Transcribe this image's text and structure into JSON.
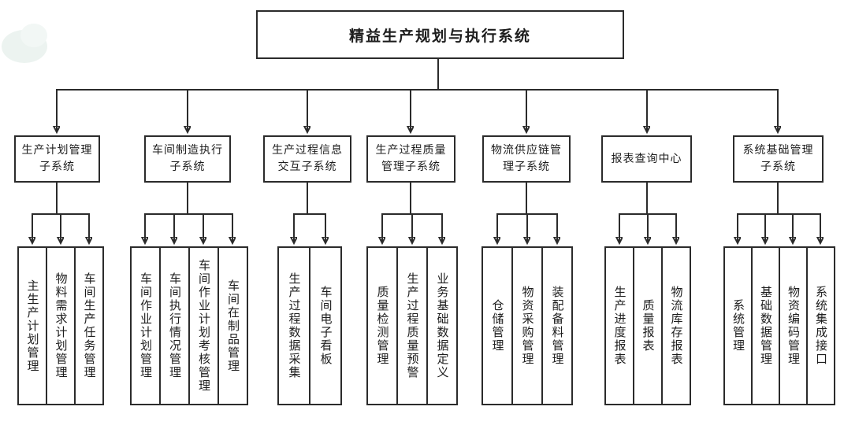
{
  "diagram": {
    "title": "精益生产规划与执行系统",
    "colors": {
      "line": "#2b2b2b",
      "box_border": "#2b2b2b",
      "background": "#ffffff"
    },
    "groups": [
      {
        "label": "生产计划管理\n子系统",
        "children": [
          "主生产计划管理",
          "物料需求计划管理",
          "车间生产任务管理"
        ]
      },
      {
        "label": "车间制造执行\n子系统",
        "children": [
          "车间作业计划管理",
          "车间执行情况管理",
          "车间作业计划考核管理",
          "车间在制品管理"
        ]
      },
      {
        "label": "生产过程信息\n交互子系统",
        "children": [
          "生产过程数据采集",
          "车间电子看板"
        ]
      },
      {
        "label": "生产过程质量\n管理子系统",
        "children": [
          "质量检测管理",
          "生产过程质量预警",
          "业务基础数据定义"
        ]
      },
      {
        "label": "物流供应链管\n理子系统",
        "children": [
          "仓储管理",
          "物资采购管理",
          "装配备料管理"
        ]
      },
      {
        "label": "报表查询中心",
        "children": [
          "生产进度报表",
          "质量报表",
          "物流库存报表"
        ]
      },
      {
        "label": "系统基础管理\n子系统",
        "children": [
          "系统管理",
          "基础数据管理",
          "物资编码管理",
          "系统集成接口"
        ]
      }
    ]
  }
}
